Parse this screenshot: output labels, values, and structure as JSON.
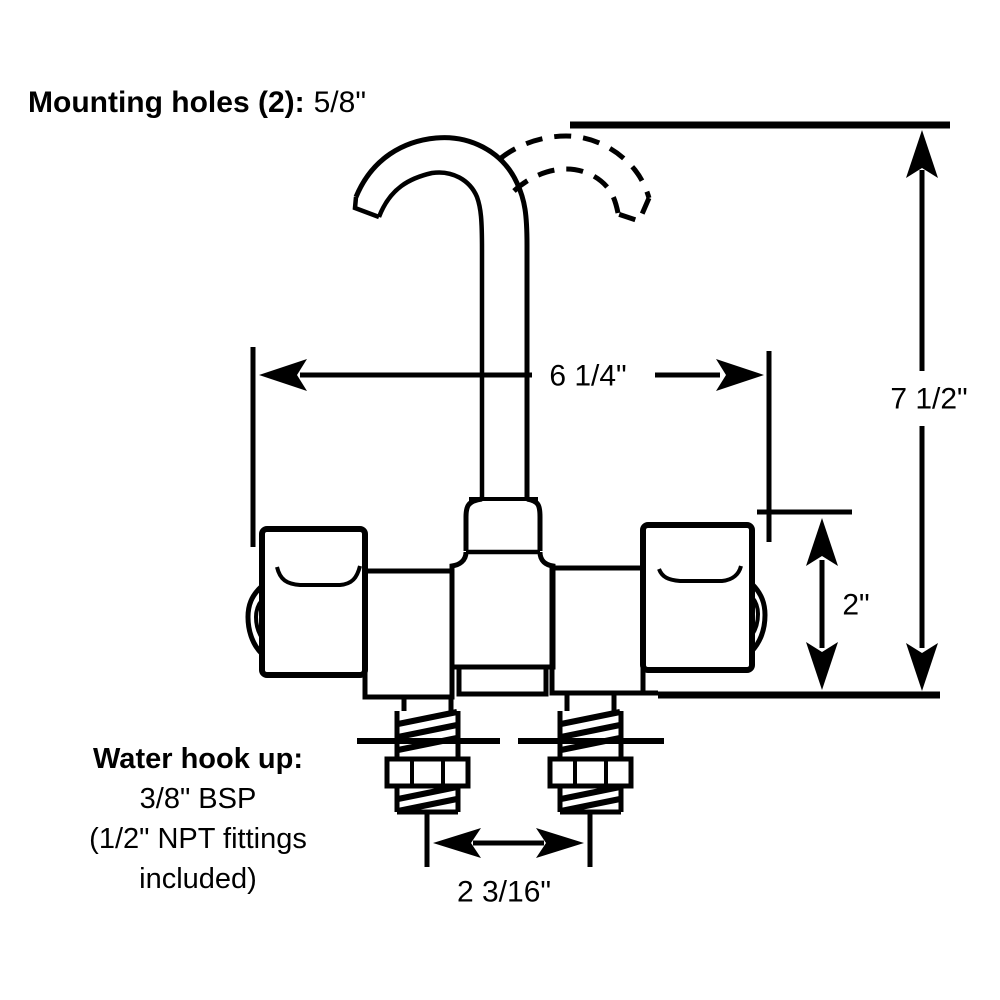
{
  "title": "Faucet installation diagram",
  "colors": {
    "line": "#000000",
    "background": "#ffffff"
  },
  "labels": {
    "mounting": {
      "bold": "Mounting holes (2):",
      "value": "5/8\""
    },
    "water_hookup": {
      "line1": "Water hook up:",
      "line2": "3/8\" BSP",
      "line3": "(1/2\" NPT fittings",
      "line4": "included)"
    }
  },
  "dimensions": {
    "spout_span": "6 1/4\"",
    "overall_height": "7 1/2\"",
    "body_height": "2\"",
    "inlet_spacing": "2 3/16\""
  }
}
